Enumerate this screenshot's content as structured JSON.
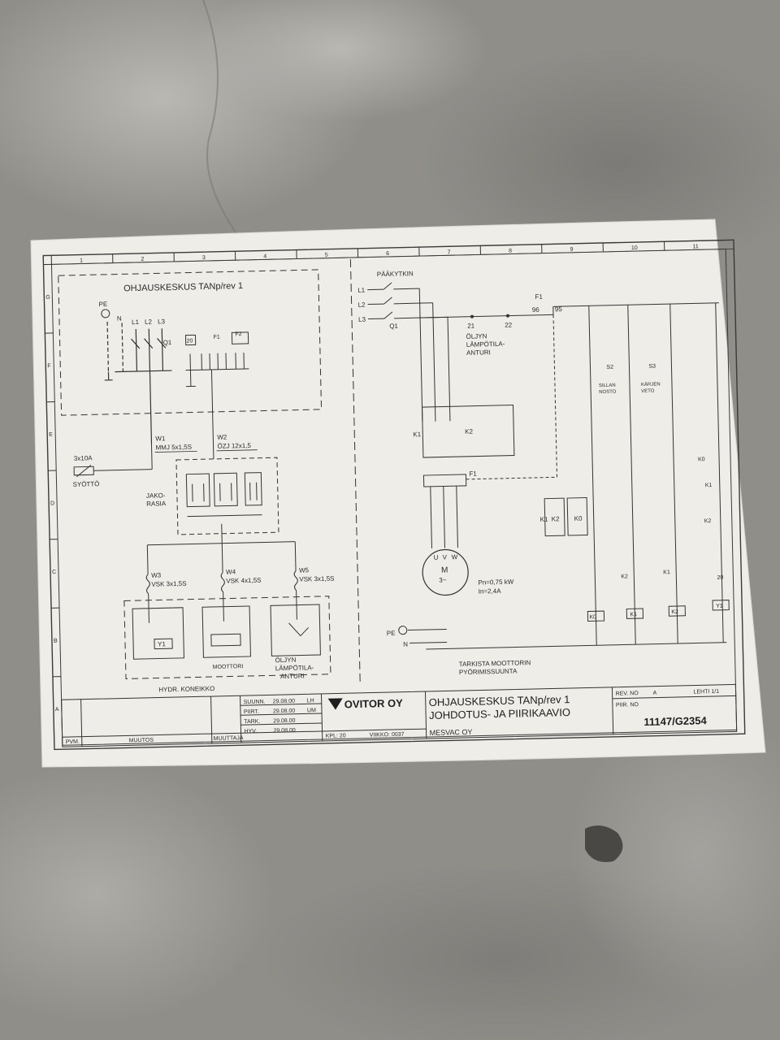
{
  "grid": {
    "columns": [
      "1",
      "2",
      "3",
      "4",
      "5",
      "6",
      "7",
      "8",
      "9",
      "10",
      "11"
    ],
    "rows": [
      "G",
      "F",
      "E",
      "D",
      "C",
      "B",
      "A"
    ]
  },
  "control_box": {
    "title": "OHJAUSKESKUS TANp/rev 1",
    "pe": "PE",
    "n": "N",
    "l1": "L1",
    "l2": "L2",
    "l3": "L3",
    "q1": "Q1",
    "t20": "20",
    "f1": "F1",
    "f2": "F2"
  },
  "left_side": {
    "supply_rating": "3x10A",
    "supply_label": "SYÖTTÖ",
    "w1": "W1",
    "w1_cable": "MMJ 5x1,5S",
    "w2": "W2",
    "w2_cable": "ÖZJ 12x1,5",
    "junction_label_1": "JAKO-",
    "junction_label_2": "RASIA",
    "w3": "W3",
    "w3_cable": "VSK 3x1,5S",
    "w4": "W4",
    "w4_cable": "VSK 4x1,5S",
    "w5": "W5",
    "w5_cable": "VSK 3x1,5S",
    "y1": "Y1",
    "motor_label": "MOOTTORI",
    "sensor_label_1": "ÖLJYN",
    "sensor_label_2": "LÄMPÖTILA-",
    "sensor_label_3": "ANTURI",
    "machine_label": "HYDR. KONEIKKO"
  },
  "circuit": {
    "main_switch": "PÄÄKYTKIN",
    "l1": "L1",
    "l2": "L2",
    "l3": "L3",
    "q1": "Q1",
    "t21": "21",
    "t22": "22",
    "t96": "96",
    "t95": "95",
    "f1": "F1",
    "sensor_1": "ÖLJYN",
    "sensor_2": "LÄMPÖTILA-",
    "sensor_3": "ANTURI",
    "k1": "K1",
    "k2": "K2",
    "k0": "K0",
    "s2": "S2",
    "s3": "S3",
    "s2_label_1": "SILLAN",
    "s2_label_2": "NOSTO",
    "s3_label_1": "KÄRJEN",
    "s3_label_2": "VETO",
    "motor_u": "U",
    "motor_v": "V",
    "motor_w": "W",
    "motor_m": "M",
    "motor_3": "3~",
    "power": "Pn=0,75 kW",
    "current": "In=2,4A",
    "pe": "PE",
    "n": "N",
    "y1": "Y1",
    "t20": "20",
    "rotation_note_1": "TARKISTA MOOTTORIN",
    "rotation_note_2": "PYÖRIMISSUUNTA"
  },
  "title_block": {
    "suunn_label": "SUUNN.",
    "suunn_date": "29.08.00",
    "suunn_init": "LH",
    "piirt_label": "PIIRT.",
    "piirt_date": "29.08.00",
    "piirt_init": "UM",
    "tark_label": "TARK.",
    "tark_date": "29.08.00",
    "hyv_label": "HYV.",
    "hyv_date": "29.08.00",
    "pvm_label": "PVM.",
    "muutos_label": "MUUTOS",
    "muuttaja_label": "MUUTTAJA",
    "company": "OVITOR OY",
    "kpl": "KPL: 20",
    "viikko": "VIIKKO: 0037",
    "drawing_title_1": "OHJAUSKESKUS TANp/rev 1",
    "drawing_title_2": "JOHDOTUS- JA PIIRIKAAVIO",
    "customer": "MESVAC OY",
    "rev_label": "REV. NO",
    "rev_value": "A",
    "piir_label": "PIIR. NO",
    "sheet": "LEHTI 1/1",
    "drawing_number": "11147/G2354"
  },
  "colors": {
    "floor": "#8e8d88",
    "paper": "#eeede8",
    "ink": "#2a2a2a"
  }
}
